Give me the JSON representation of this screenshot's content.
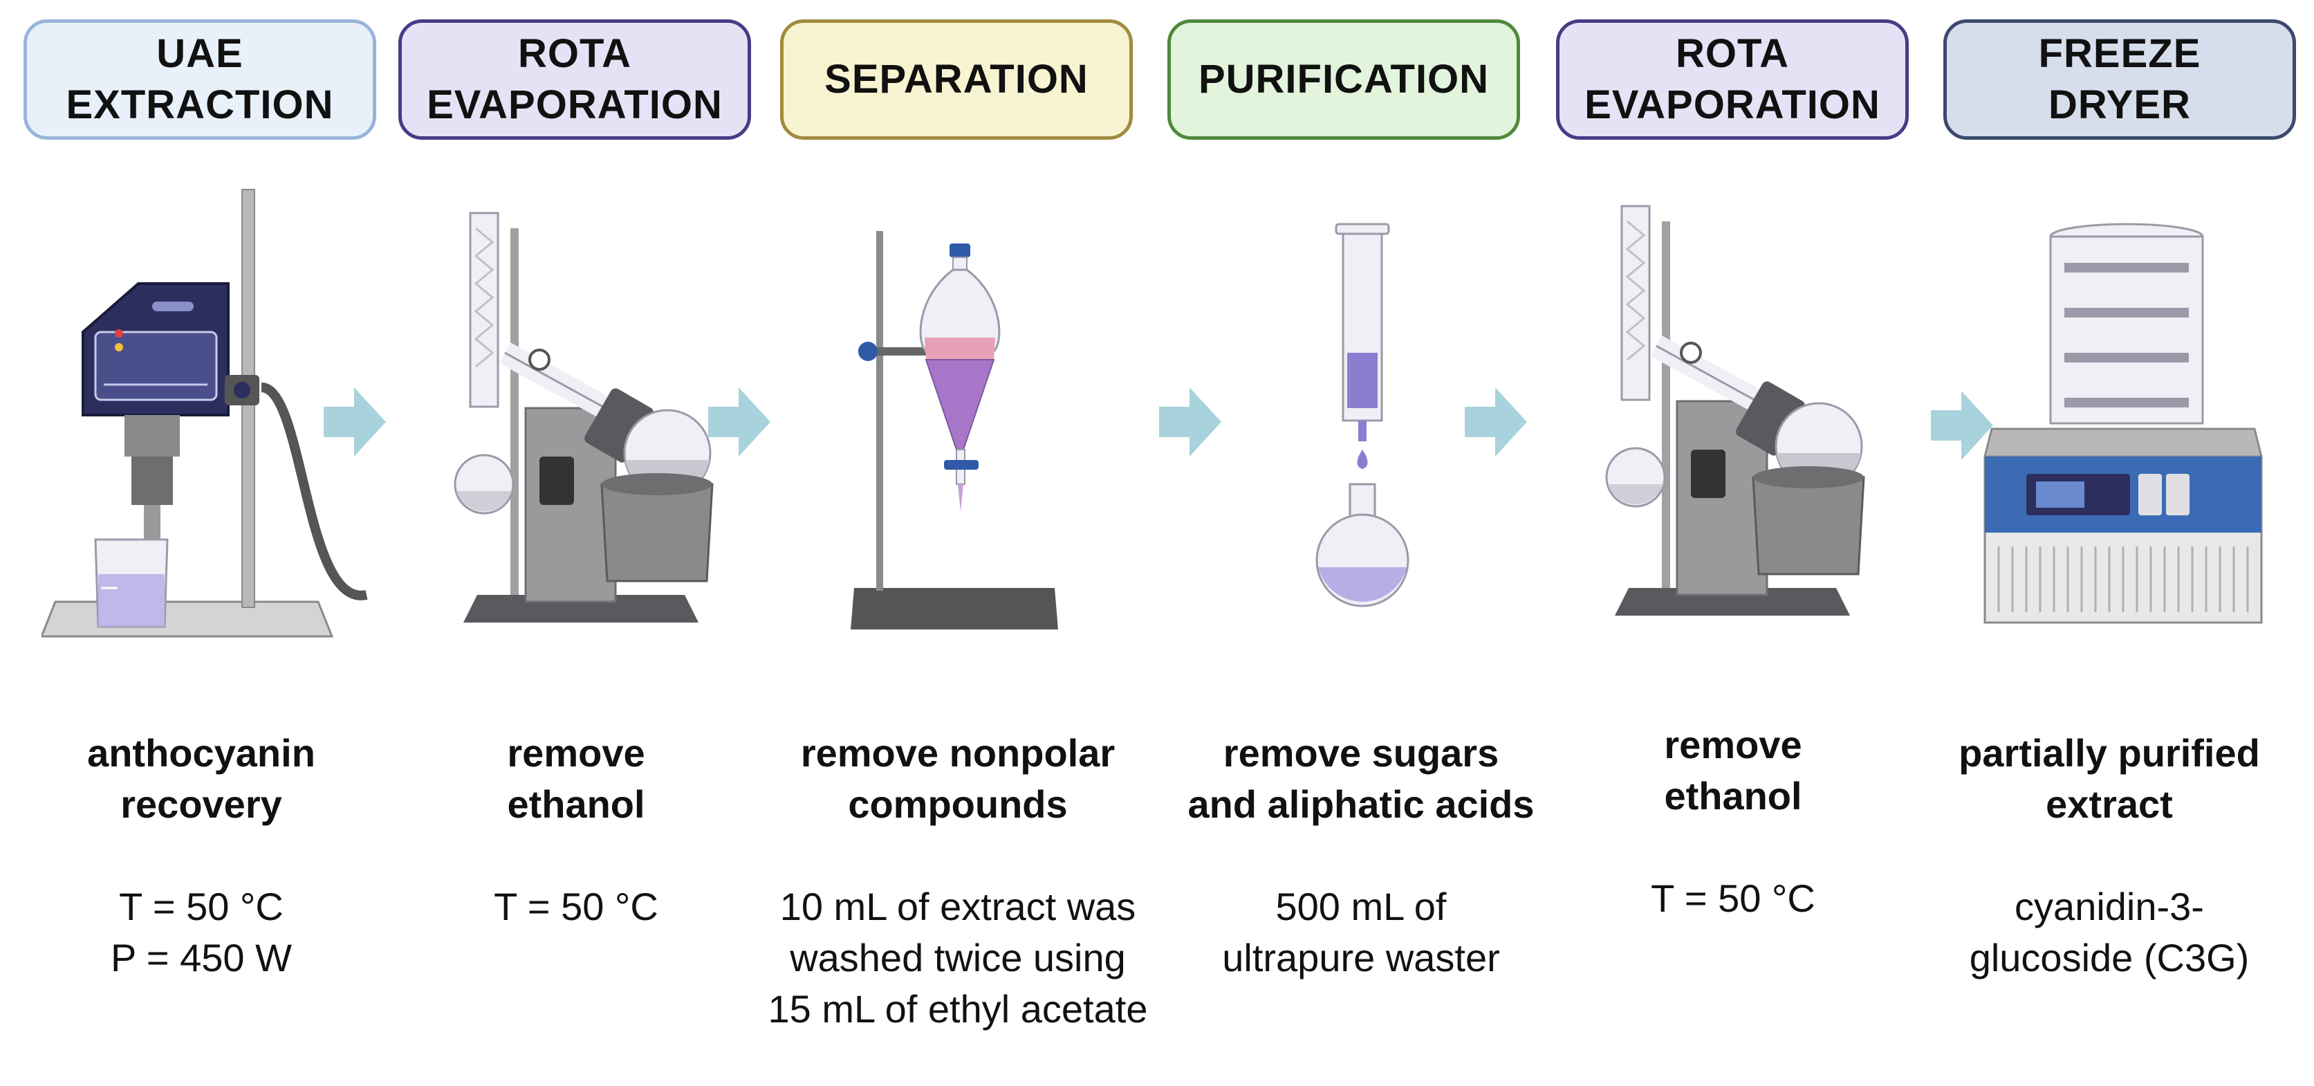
{
  "colors": {
    "arrow": "#a9d3dc",
    "metal": "#9a9a9c",
    "dark_metal": "#5a5a5e",
    "glass": "#eef0f6",
    "purple_liquid": "#b8aee6",
    "pink_liquid": "#e8a0b8",
    "navy": "#2c2f5e",
    "blue_panel": "#3b6bb5"
  },
  "stages": [
    {
      "header": "UAE\nEXTRACTION",
      "header_bg": "#e8f0fa",
      "header_border": "#9ab3d9",
      "icon": "ultrasonic-homogenizer-icon",
      "title": "anthocyanin\nrecovery",
      "detail": "T = 50 °C\nP = 450 W"
    },
    {
      "header": "ROTA\nEVAPORATION",
      "header_bg": "#e6e2f6",
      "header_border": "#4a3a86",
      "icon": "rotary-evaporator-icon",
      "title": "remove\nethanol",
      "detail": "T = 50 °C"
    },
    {
      "header": "SEPARATION",
      "header_bg": "#f8f4d2",
      "header_border": "#a08a3c",
      "icon": "separatory-funnel-icon",
      "title": "remove nonpolar\ncompounds",
      "detail": "10 mL of extract was\nwashed twice using\n15 mL of ethyl acetate"
    },
    {
      "header": "PURIFICATION",
      "header_bg": "#e2f4dc",
      "header_border": "#4e8a3a",
      "icon": "chromatography-column-icon",
      "title": "remove sugars\nand aliphatic acids",
      "detail": "500 mL of\nultrapure waster"
    },
    {
      "header": "ROTA\nEVAPORATION",
      "header_bg": "#e6e2f6",
      "header_border": "#4a3a86",
      "icon": "rotary-evaporator-icon",
      "title": "remove\nethanol",
      "detail": "T = 50 °C"
    },
    {
      "header": "FREEZE\nDRYER",
      "header_bg": "#d6deec",
      "header_border": "#3a4a6c",
      "icon": "freeze-dryer-icon",
      "title": "partially purified\nextract",
      "detail": "cyanidin-3-\nglucoside (C3G)"
    }
  ]
}
